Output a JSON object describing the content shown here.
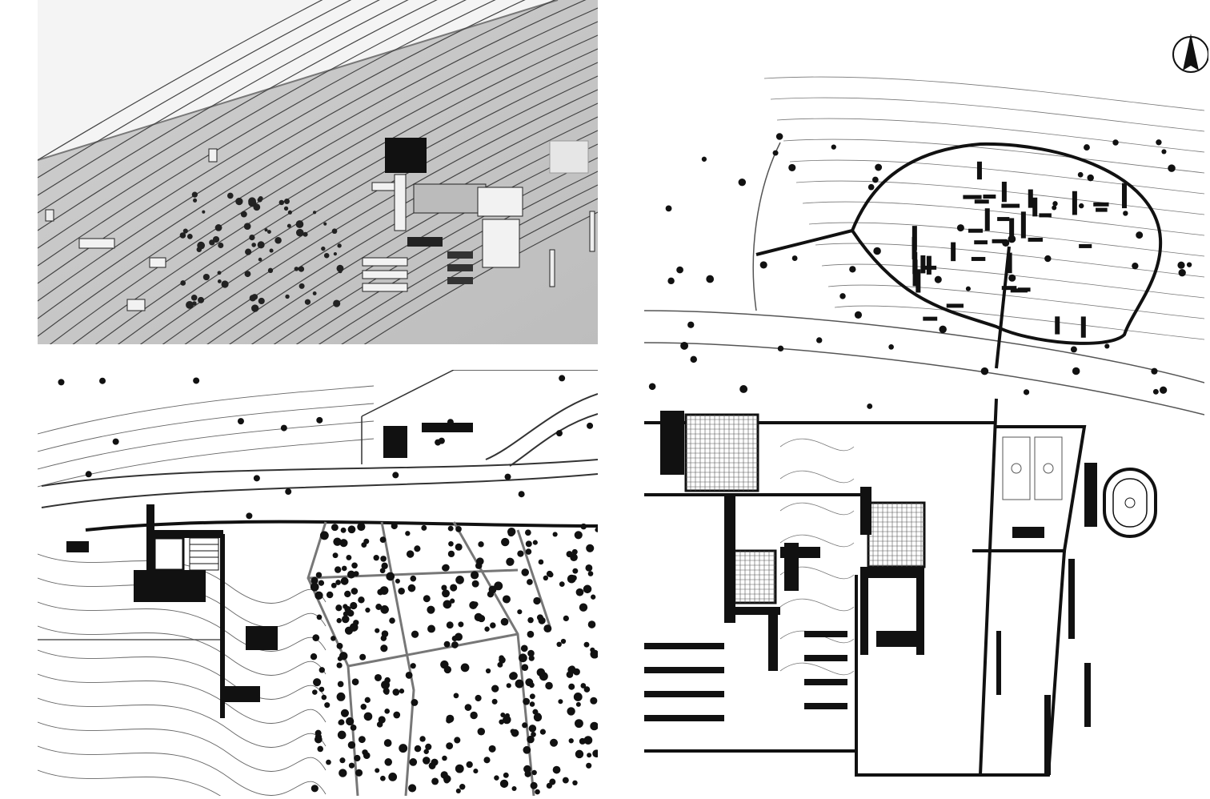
{
  "figure": {
    "panels": [
      {
        "id": "model-photo",
        "kind": "photograph of site model with contour lines"
      },
      {
        "id": "plan-left",
        "kind": "site plan drawing"
      },
      {
        "id": "plan-right",
        "kind": "site plan drawing"
      }
    ],
    "north_arrow": {
      "icon": "north-arrow-icon"
    },
    "colors": {
      "ink": "#111111",
      "model_ground": "#d9d9d9",
      "paper": "#ffffff",
      "contour": "#555555"
    }
  }
}
